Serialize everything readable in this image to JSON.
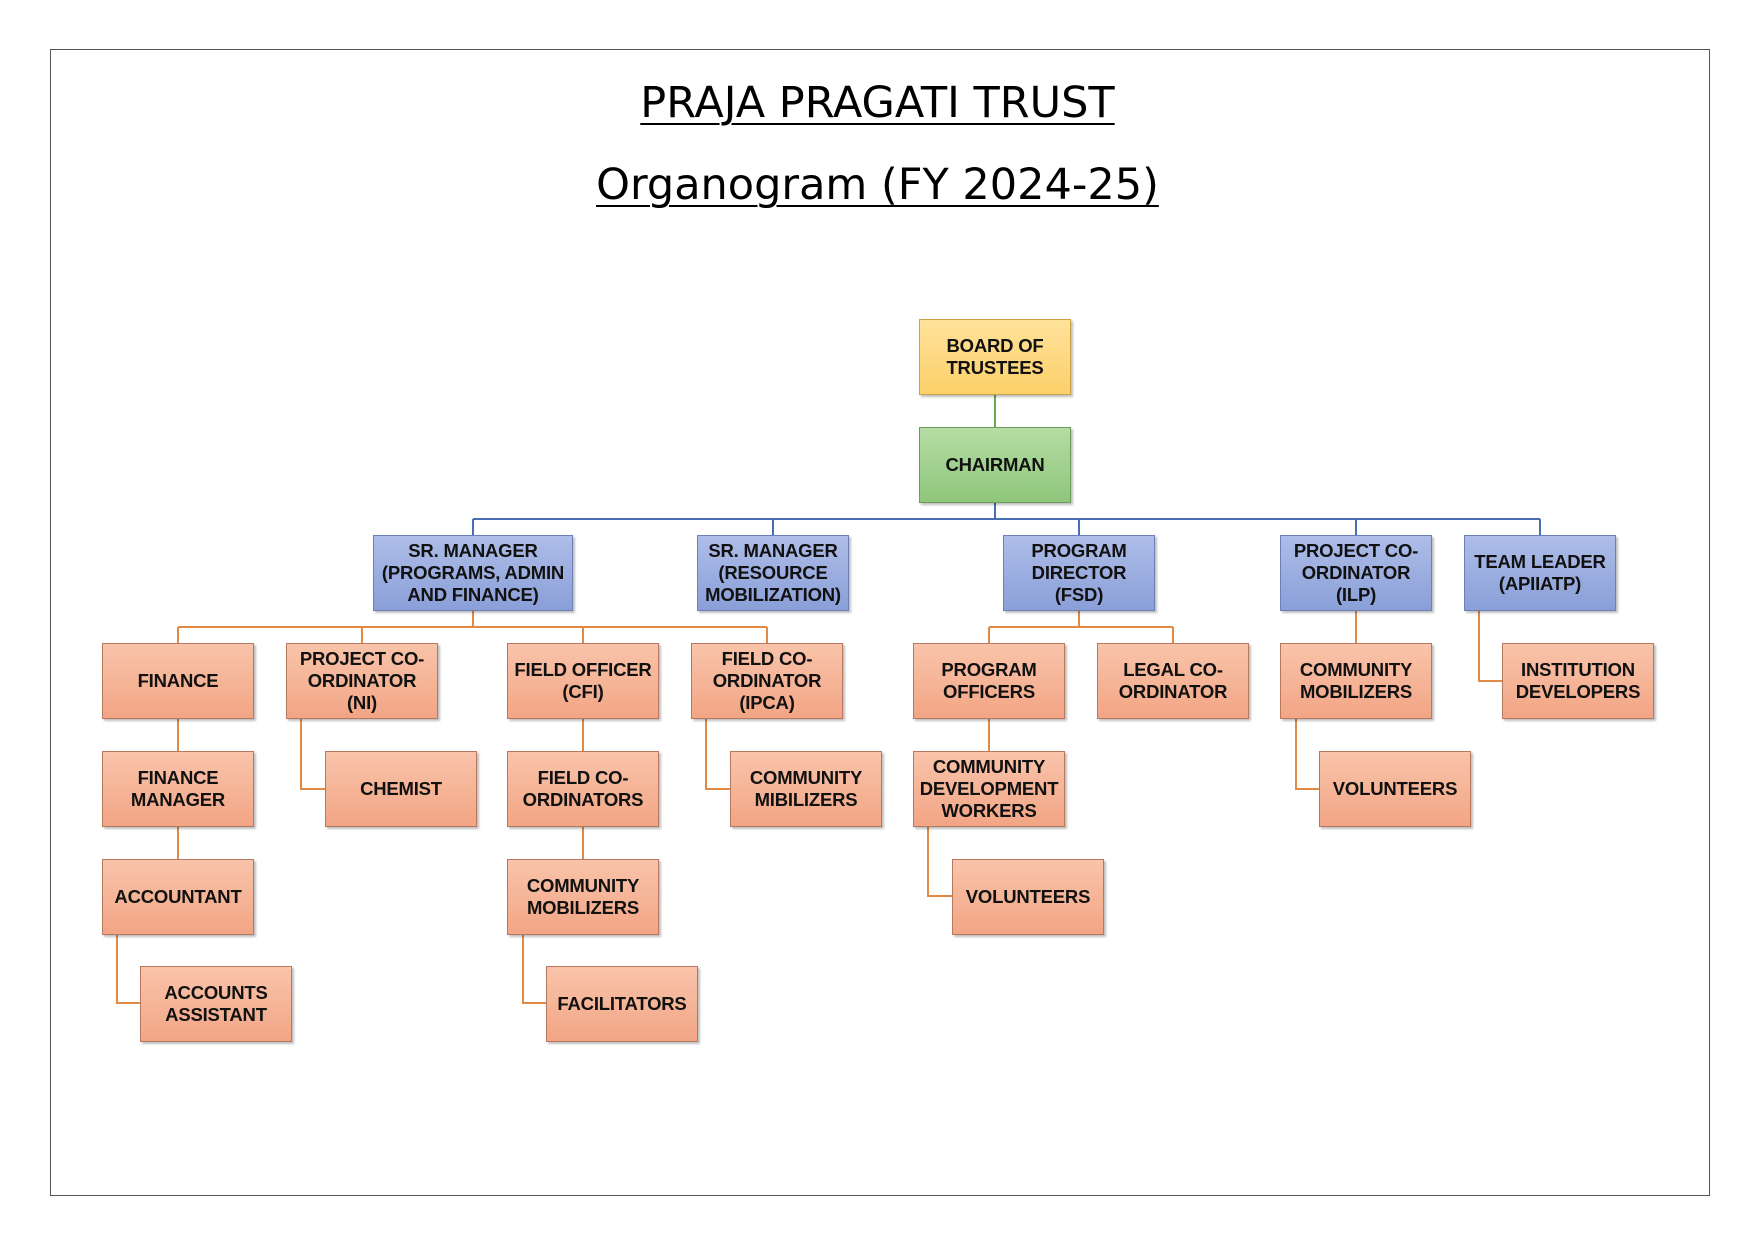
{
  "header": {
    "title": "PRAJA PRAGATI TRUST",
    "subtitle": "Organogram (FY 2024-25)"
  },
  "nodes": {
    "board": "BOARD OF\nTRUSTEES",
    "chairman": "CHAIRMAN",
    "sr_manager_paf": "SR. MANAGER\n(PROGRAMS, ADMIN\nAND FINANCE)",
    "sr_manager_rm": "SR. MANAGER\n(RESOURCE\nMOBILIZATION)",
    "program_director": "PROGRAM\nDIRECTOR\n(FSD)",
    "project_coordinator_ilp": "PROJECT CO-\nORDINATOR\n(ILP)",
    "team_leader": "TEAM LEADER\n(APIIATP)",
    "finance": "FINANCE",
    "finance_manager": "FINANCE\nMANAGER",
    "accountant": "ACCOUNTANT",
    "accounts_assistant": "ACCOUNTS\nASSISTANT",
    "project_coordinator_ni": "PROJECT CO-\nORDINATOR\n(NI)",
    "chemist": "CHEMIST",
    "field_officer_cfi": "FIELD OFFICER\n(CFI)",
    "field_coordinators": "FIELD CO-\nORDINATORS",
    "community_mobilizers_cfi": "COMMUNITY\nMOBILIZERS",
    "facilitators": "FACILITATORS",
    "field_coordinator_ipca": "FIELD CO-\nORDINATOR\n(IPCA)",
    "community_mibilizers": "COMMUNITY\nMIBILIZERS",
    "program_officers": "PROGRAM\nOFFICERS",
    "community_development_workers": "COMMUNITY\nDEVELOPMENT\nWORKERS",
    "volunteers_fsd": "VOLUNTEERS",
    "legal_coordinator": "LEGAL CO-\nORDINATOR",
    "community_mobilizers_ilp": "COMMUNITY\nMOBILIZERS",
    "volunteers_ilp": "VOLUNTEERS",
    "institution_developers": "INSTITUTION\nDEVELOPERS"
  },
  "colors": {
    "top": "#fcd06a",
    "chair": "#8ec67a",
    "level2": "#8a9fd8",
    "level3": "#f2a585",
    "blue_line": "#4a6fb0",
    "green_line": "#6aa84f",
    "orange_line": "#e08a45"
  }
}
